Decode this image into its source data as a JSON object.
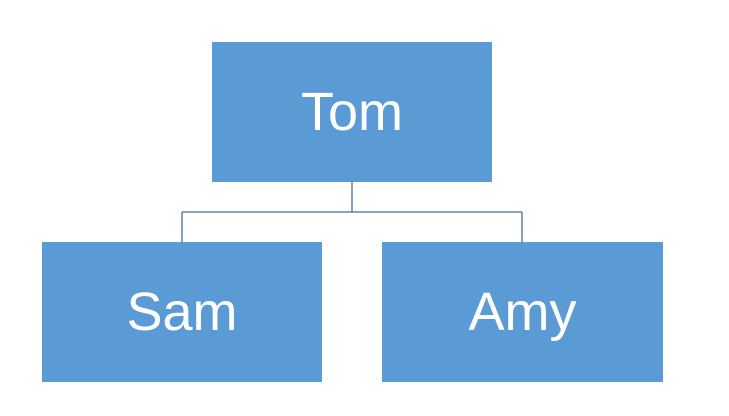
{
  "diagram": {
    "root": {
      "label": "Tom"
    },
    "children": [
      {
        "label": "Sam"
      },
      {
        "label": "Amy"
      }
    ]
  },
  "colors": {
    "node_fill": "#5b9bd5",
    "connector": "#41719c",
    "text": "#ffffff",
    "background": "#ffffff"
  }
}
